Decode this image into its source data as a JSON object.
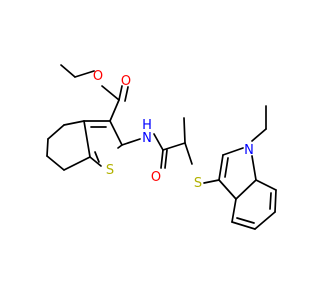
{
  "atoms": {
    "ester_carbonyl_o": "O",
    "ester_ether_o": "O",
    "amide_nh_n": "N",
    "amide_nh_h": "H",
    "thiophene_s": "S",
    "amide_carbonyl_o": "O",
    "thioether_s": "S",
    "indole_n": "N"
  },
  "colors": {
    "bond": "#000000",
    "oxygen": "#ff0000",
    "nitrogen": "#0000ff",
    "sulfur": "#b2b200"
  }
}
